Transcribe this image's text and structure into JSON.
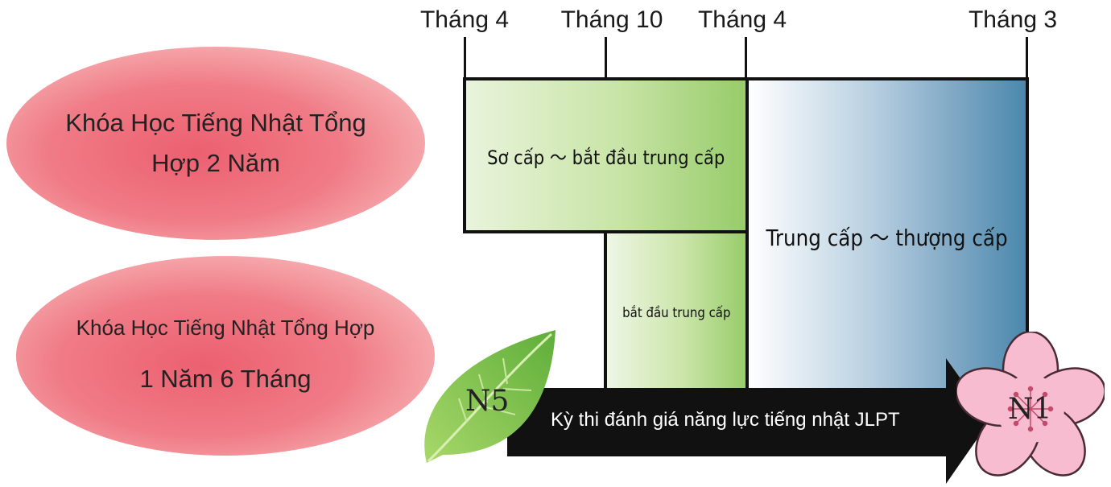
{
  "timeline": {
    "months": [
      "Tháng 4",
      "Tháng 10",
      "Tháng 4",
      "Tháng 3"
    ]
  },
  "courses": [
    {
      "line1": "Khóa Học Tiếng Nhật Tổng",
      "line2": "Hợp 2 Năm"
    },
    {
      "line1": "Khóa Học Tiếng Nhật Tổng Hợp",
      "line2": "1 Năm 6 Tháng"
    }
  ],
  "stages": {
    "beginner_to_intermediate": "Sơ cấp ～ bắt đầu trung cấp",
    "start_intermediate": "bắt đầu trung cấp",
    "intermediate_to_advanced": "Trung cấp ～ thượng cấp"
  },
  "jlpt": {
    "label": "Kỳ thi đánh giá năng lực tiếng nhật JLPT",
    "start_level": "N5",
    "end_level": "N1"
  },
  "colors": {
    "ellipse_pink": "#f07b86",
    "green": "#97cc6a",
    "blue": "#4b88ad",
    "arrow": "#111111",
    "leaf": "#7cc24a",
    "flower": "#f6b7c8"
  }
}
